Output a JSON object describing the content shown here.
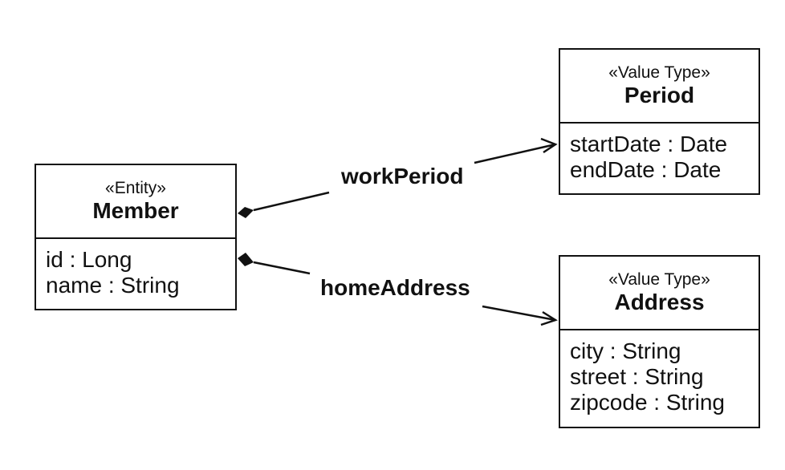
{
  "classes": {
    "member": {
      "stereotype": "«Entity»",
      "name": "Member",
      "attributes": [
        "id : Long",
        "name : String"
      ]
    },
    "period": {
      "stereotype": "«Value Type»",
      "name": "Period",
      "attributes": [
        "startDate : Date",
        "endDate : Date"
      ]
    },
    "address": {
      "stereotype": "«Value Type»",
      "name": "Address",
      "attributes": [
        "city : String",
        "street : String",
        "zipcode : String"
      ]
    }
  },
  "associations": {
    "work_period": {
      "label": "workPeriod",
      "type": "composition",
      "source": "Member",
      "target": "Period"
    },
    "home_address": {
      "label": "homeAddress",
      "type": "composition",
      "source": "Member",
      "target": "Address"
    }
  }
}
